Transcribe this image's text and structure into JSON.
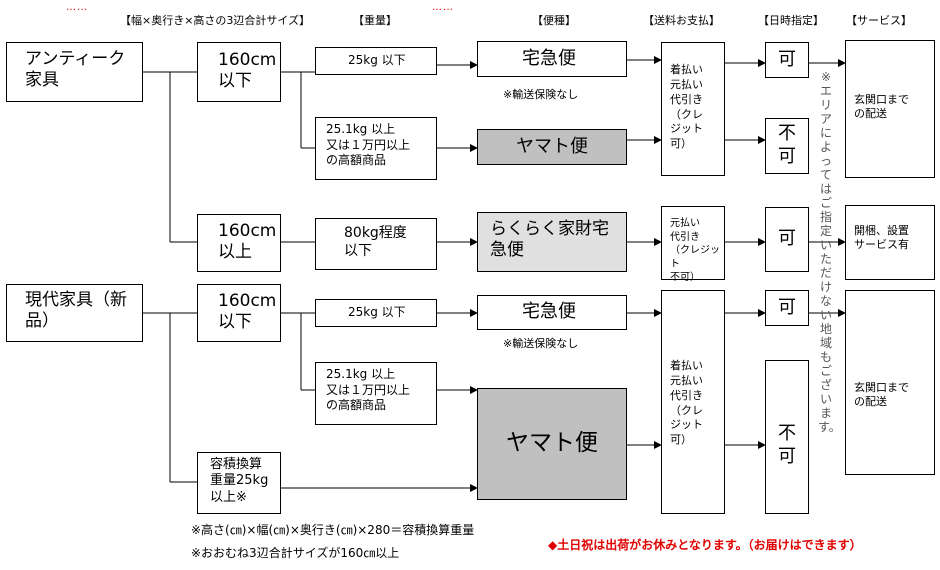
{
  "decorations": {
    "red_dots": "……"
  },
  "headers": {
    "size": "【幅×奥行き×高さの3辺合計サイズ】",
    "weight": "【重量】",
    "service_type": "【便種】",
    "payment": "【送料お支払】",
    "date_designation": "【日時指定】",
    "service": "【サービス】"
  },
  "categories": {
    "antique": "アンティーク\n家具",
    "modern": "現代家具（新\n品）"
  },
  "sizes": {
    "antique_under": "160cm\n以下",
    "antique_over": "160cm\n以上",
    "modern_under": "160cm\n以下",
    "modern_volume": "容積換算\n重量25kg\n以上※"
  },
  "weights": {
    "a_25": "25kg 以下",
    "a_high": "25.1kg 以上\n又は１万円以上\nの高額商品",
    "a_80": "80kg程度\n以下",
    "m_25": "25kg 以下",
    "m_high": "25.1kg 以上\n又は１万円以上\nの高額商品"
  },
  "services": {
    "a_takkyubin": "宅急便",
    "a_yamato": "ヤマト便",
    "a_rakuraku": "らくらく家財宅\n急便",
    "m_takkyubin": "宅急便",
    "m_yamato": "ヤマト便"
  },
  "insurance_note": "※輸送保険なし",
  "payments": {
    "antique": "着払い\n元払い\n代引き\n（クレ\nジット\n可）",
    "rakuraku": "元払い\n代引き\n（クレジット\n不可）",
    "modern": "着払い\n元払い\n代引き\n（クレ\nジット\n可）"
  },
  "date": {
    "ok": "可",
    "ng": "不\n可"
  },
  "delivery": {
    "entrance": "玄関口まで\nの配送",
    "unpack": "開梱、設置\nサービス有"
  },
  "vertical_note": "※エリアによってはご指定いただけない地域もございます。",
  "footnotes": {
    "formula": "※高さ(㎝)×幅(㎝)×奥行き(㎝)×280＝容積換算重量",
    "approx": "※おおむね3辺合計サイズが160㎝以上"
  },
  "notice": "◆土日祝は出荷がお休みとなります。（お届けはできます）",
  "colors": {
    "notice": "#e00000",
    "yamato_fill": "#c0c0c0",
    "rakuraku_fill": "#e0e0e0"
  }
}
